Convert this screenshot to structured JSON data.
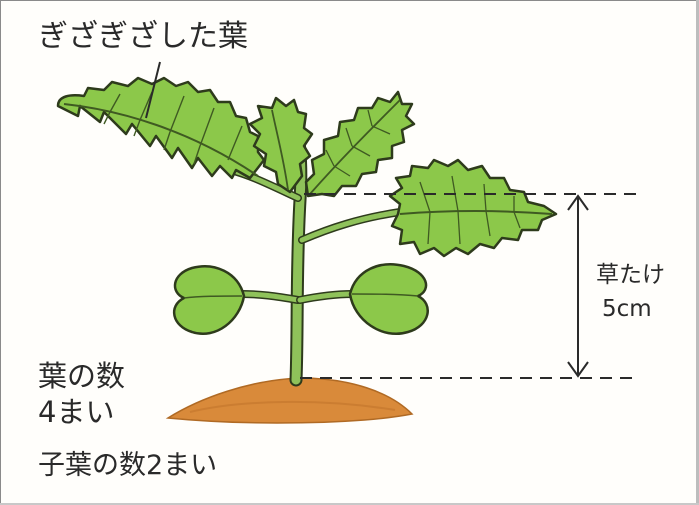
{
  "labels": {
    "serrated_leaf": "ぎざぎざした葉",
    "plant_height_label": "草たけ",
    "plant_height_value": "5cm",
    "leaf_count_label": "葉の数",
    "leaf_count_value": "4まい",
    "cotyledon_count": "子葉の数2まい"
  },
  "colors": {
    "leaf_fill": "#8cc84a",
    "leaf_outline": "#2e3b1c",
    "vein": "#3f5a22",
    "stem": "#8fc25a",
    "soil": "#d98a3a",
    "line": "#2a2a2a"
  }
}
